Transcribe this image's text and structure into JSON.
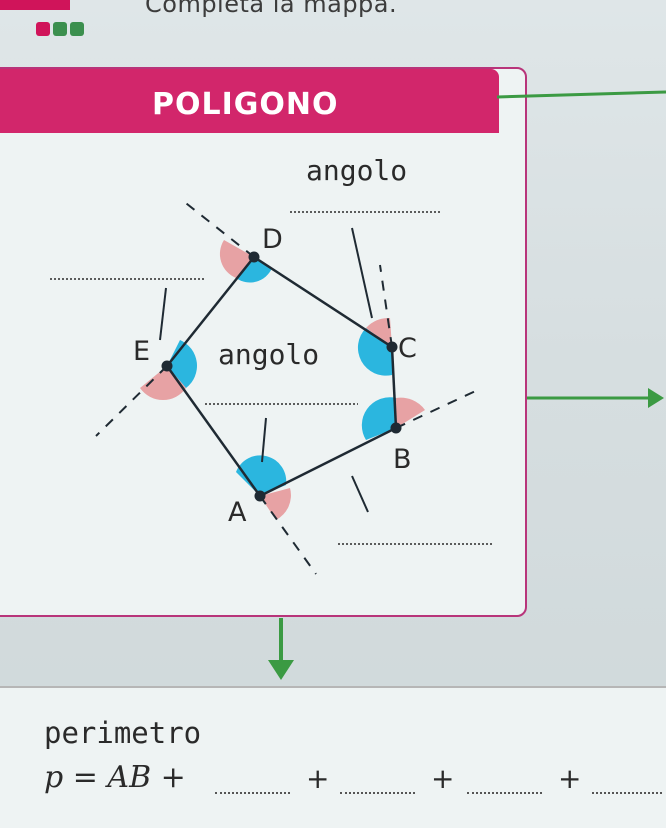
{
  "header": {
    "instruction": "Completa la mappa."
  },
  "poligono": {
    "title": "POLIGONO",
    "angle_label_top": "angolo",
    "angle_label_inner": "angolo",
    "vertices": [
      "A",
      "B",
      "C",
      "D",
      "E"
    ]
  },
  "perimetro": {
    "label": "perimetro",
    "formula_start": "p = AB +",
    "plus": "+"
  },
  "colors": {
    "accent": "#d2266b",
    "arrow_green": "#3b9a43",
    "exterior_angle": "#e7a2a4",
    "interior_angle": "#2bb6df"
  }
}
